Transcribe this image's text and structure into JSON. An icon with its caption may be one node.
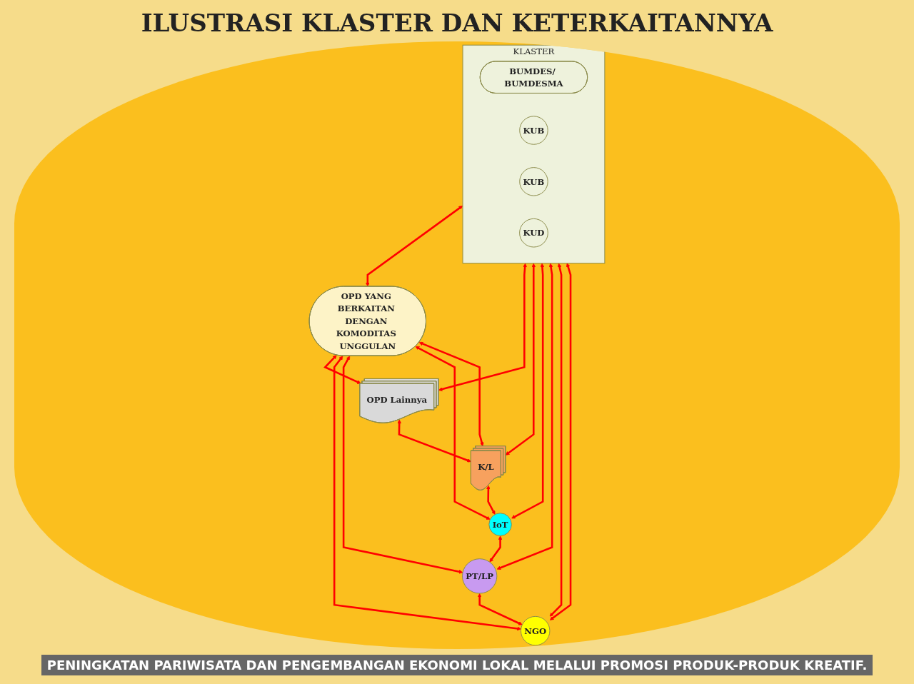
{
  "diagram": {
    "title": "ILUSTRASI KLASTER DAN KETERKAITANNYA",
    "caption": "PENINGKATAN PARIWISATA DAN PENGEMBANGAN EKONOMI LOKAL MELALUI PROMOSI PRODUK-PRODUK KREATIF.",
    "nodes": [
      {
        "text": [
          "OPD YANG BERKAITAN DENGAN KOMODITAS UNGGULAN"
        ]
      },
      {
        "text": [
          "KLASTER"
        ]
      },
      {
        "text": [
          "BUMDES/ BUMDESMA"
        ],
        "in": 1
      },
      {
        "text": [
          "KUB"
        ],
        "in": 1
      },
      {
        "text": [
          "KUB"
        ],
        "in": 1
      },
      {
        "text": [
          "KUD"
        ],
        "in": 1
      },
      {
        "text": [
          "OPD Lainnya"
        ]
      },
      {
        "text": [
          "K/L"
        ]
      },
      {
        "text": [
          "NGO"
        ]
      },
      {
        "text": [
          "PT/LP"
        ]
      },
      {
        "text": [
          "IoT"
        ]
      }
    ],
    "edges": [
      {
        "from": 1,
        "to": 0,
        "arrow": "both"
      },
      {
        "from": 0,
        "to": 6,
        "arrow": "both"
      },
      {
        "from": 6,
        "to": 7,
        "arrow": "both"
      },
      {
        "from": 7,
        "to": 10,
        "arrow": "both"
      },
      {
        "from": 10,
        "to": 9,
        "arrow": "both"
      },
      {
        "from": 9,
        "to": 8,
        "arrow": "both"
      },
      {
        "from": 8,
        "to": 1,
        "arrow": "both"
      },
      {
        "from": 1,
        "to": 6,
        "arrow": "both"
      },
      {
        "from": 1,
        "to": 7,
        "arrow": "both"
      },
      {
        "from": 1,
        "to": 10,
        "arrow": "both"
      },
      {
        "from": 1,
        "to": 9,
        "arrow": "both"
      },
      {
        "from": 1,
        "to": 8,
        "arrow": "both"
      },
      {
        "from": 0,
        "to": 8,
        "arrow": "both"
      },
      {
        "from": 0,
        "to": 9,
        "arrow": "both"
      },
      {
        "from": 0,
        "to": 10,
        "arrow": "both"
      },
      {
        "from": 0,
        "to": 7,
        "arrow": "both"
      }
    ]
  }
}
